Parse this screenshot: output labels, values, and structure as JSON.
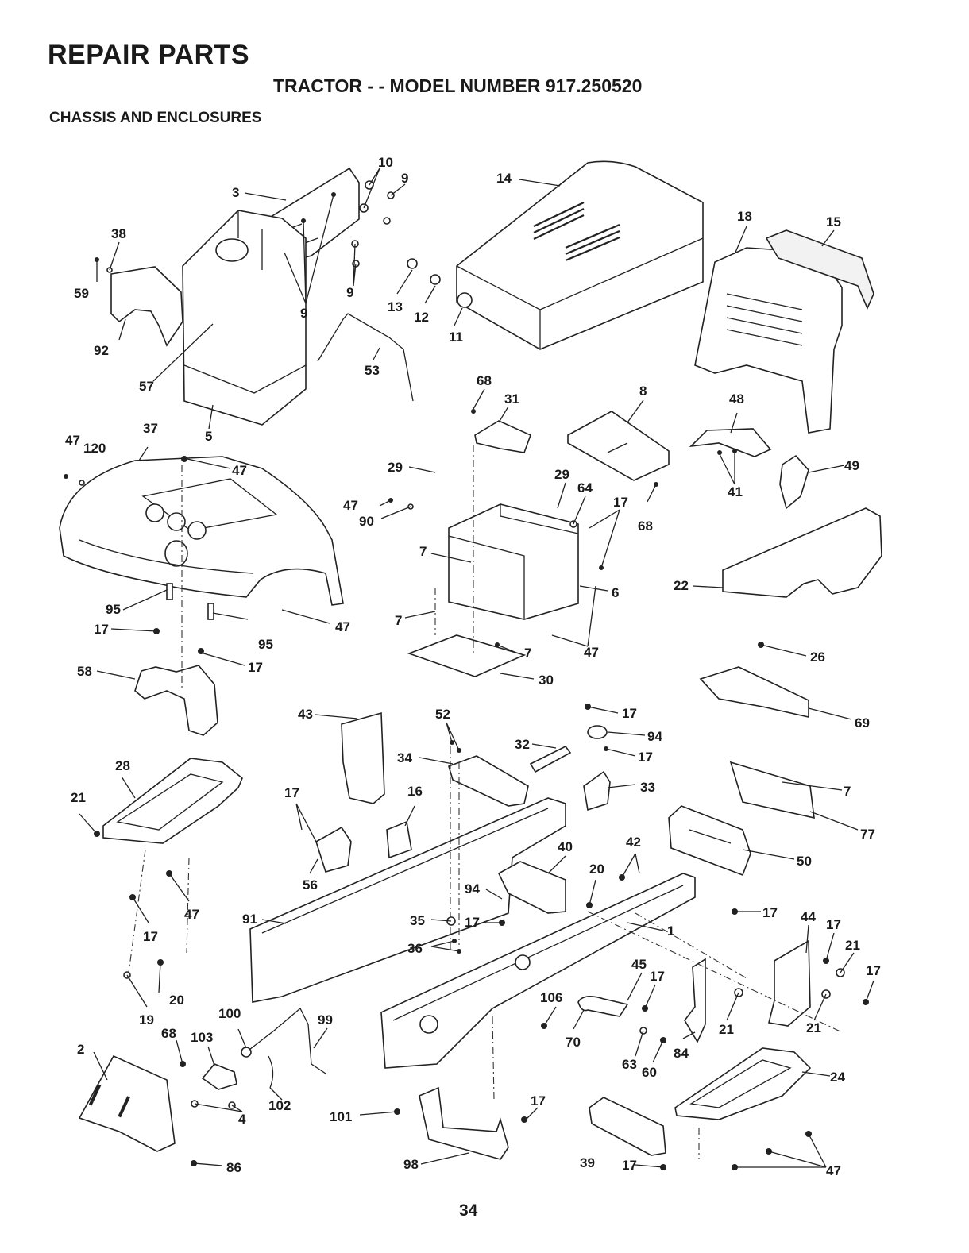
{
  "header": {
    "title": "REPAIR PARTS",
    "subtitle": "TRACTOR - - MODEL NUMBER 917.250520",
    "section": "CHASSIS AND ENCLOSURES"
  },
  "page_number": "34",
  "callouts": [
    "1",
    "2",
    "3",
    "4",
    "5",
    "6",
    "7",
    "8",
    "9",
    "10",
    "11",
    "12",
    "13",
    "14",
    "15",
    "16",
    "17",
    "18",
    "19",
    "20",
    "21",
    "22",
    "24",
    "26",
    "28",
    "29",
    "30",
    "31",
    "32",
    "33",
    "34",
    "35",
    "36",
    "37",
    "38",
    "39",
    "40",
    "41",
    "42",
    "43",
    "44",
    "45",
    "47",
    "48",
    "49",
    "50",
    "52",
    "53",
    "56",
    "57",
    "58",
    "59",
    "60",
    "63",
    "64",
    "68",
    "69",
    "70",
    "77",
    "84",
    "86",
    "90",
    "91",
    "92",
    "94",
    "95",
    "98",
    "99",
    "100",
    "101",
    "102",
    "103",
    "106",
    "120"
  ]
}
